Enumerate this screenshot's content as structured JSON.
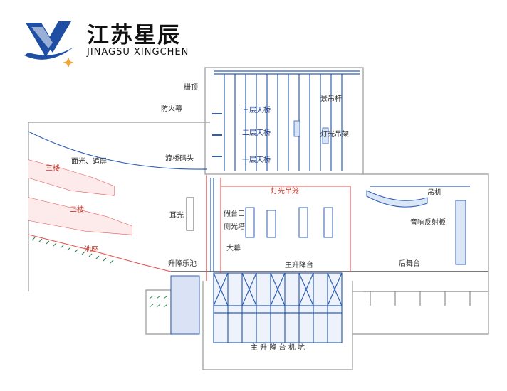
{
  "brand": {
    "name_cn": "江苏星辰",
    "name_en": "JINAGSU XINGCHEN"
  },
  "colors": {
    "wall": "#a8a8a8",
    "steel": "#2f5fb5",
    "accent_red": "#e4504f",
    "logo_blue": "#1f4ea3",
    "logo_star": "#f0a43a"
  },
  "labels": {
    "grid_ceiling": "栅顶",
    "fire_curtain": "防火幕",
    "three_level_bridge": "三层天桥",
    "two_level_bridge": "二层天桥",
    "one_level_bridge": "一层天桥",
    "scenery_batten": "景吊杆",
    "light_boom": "灯光吊架",
    "bridge_head": "渡桥码头",
    "face_light": "面光、追屏",
    "tier_three": "三楼",
    "tier_two": "二楼",
    "ear_light": "耳光",
    "stalls": "池座",
    "side_tower": "假台口",
    "side_light": "侧光塔",
    "main_curtain": "大幕",
    "light_cage": "灯光吊笼",
    "hoist": "吊机",
    "acoustic_shell": "音响反射板",
    "orchestra_lift": "升降乐池",
    "main_lift": "主升降台",
    "rear_stage": "后舞台",
    "main_lift_pit": "主 升 降 台 机 坑"
  }
}
